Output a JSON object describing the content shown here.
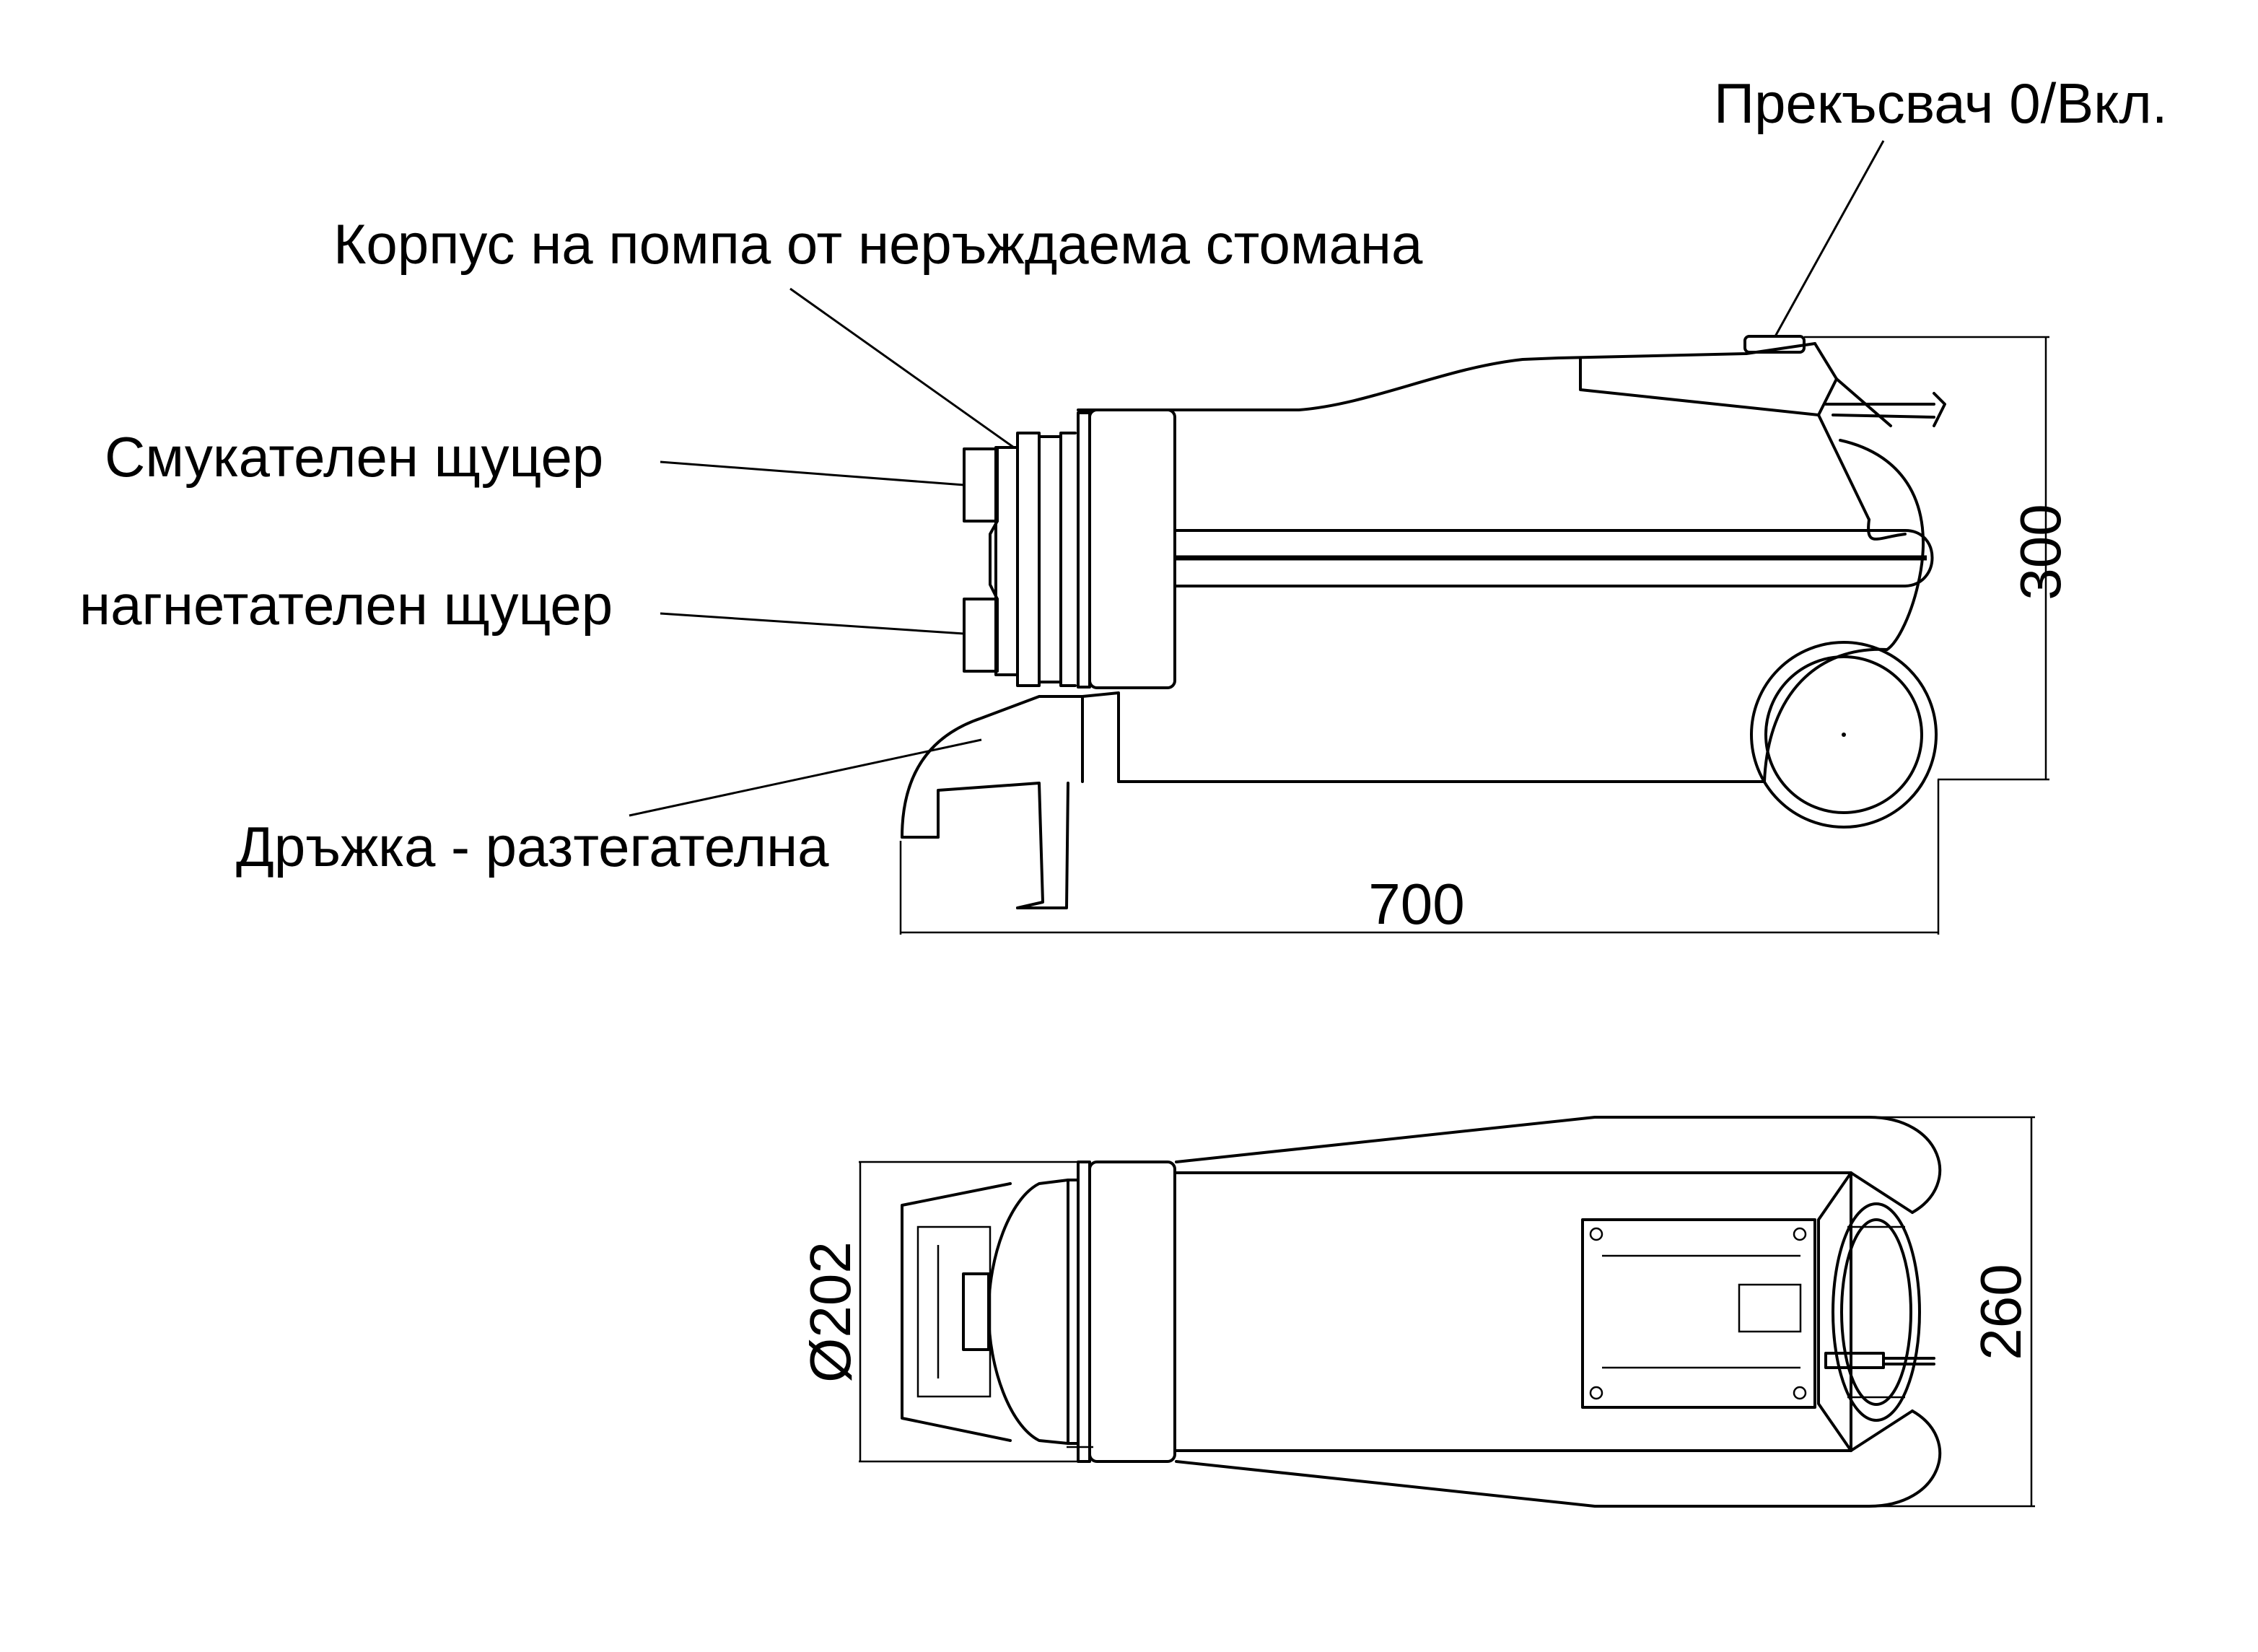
{
  "labels": {
    "switch": "Прекъсвач 0/Вкл.",
    "pump_housing": "Корпус на помпа от неръждаема стомана",
    "suction_port": "Смукателен щуцер",
    "discharge_port": "нагнетателен щуцер",
    "handle": "Дръжка - разтегателна"
  },
  "dimensions": {
    "height": "300",
    "length": "700",
    "diameter": "Ø202",
    "width": "260"
  }
}
